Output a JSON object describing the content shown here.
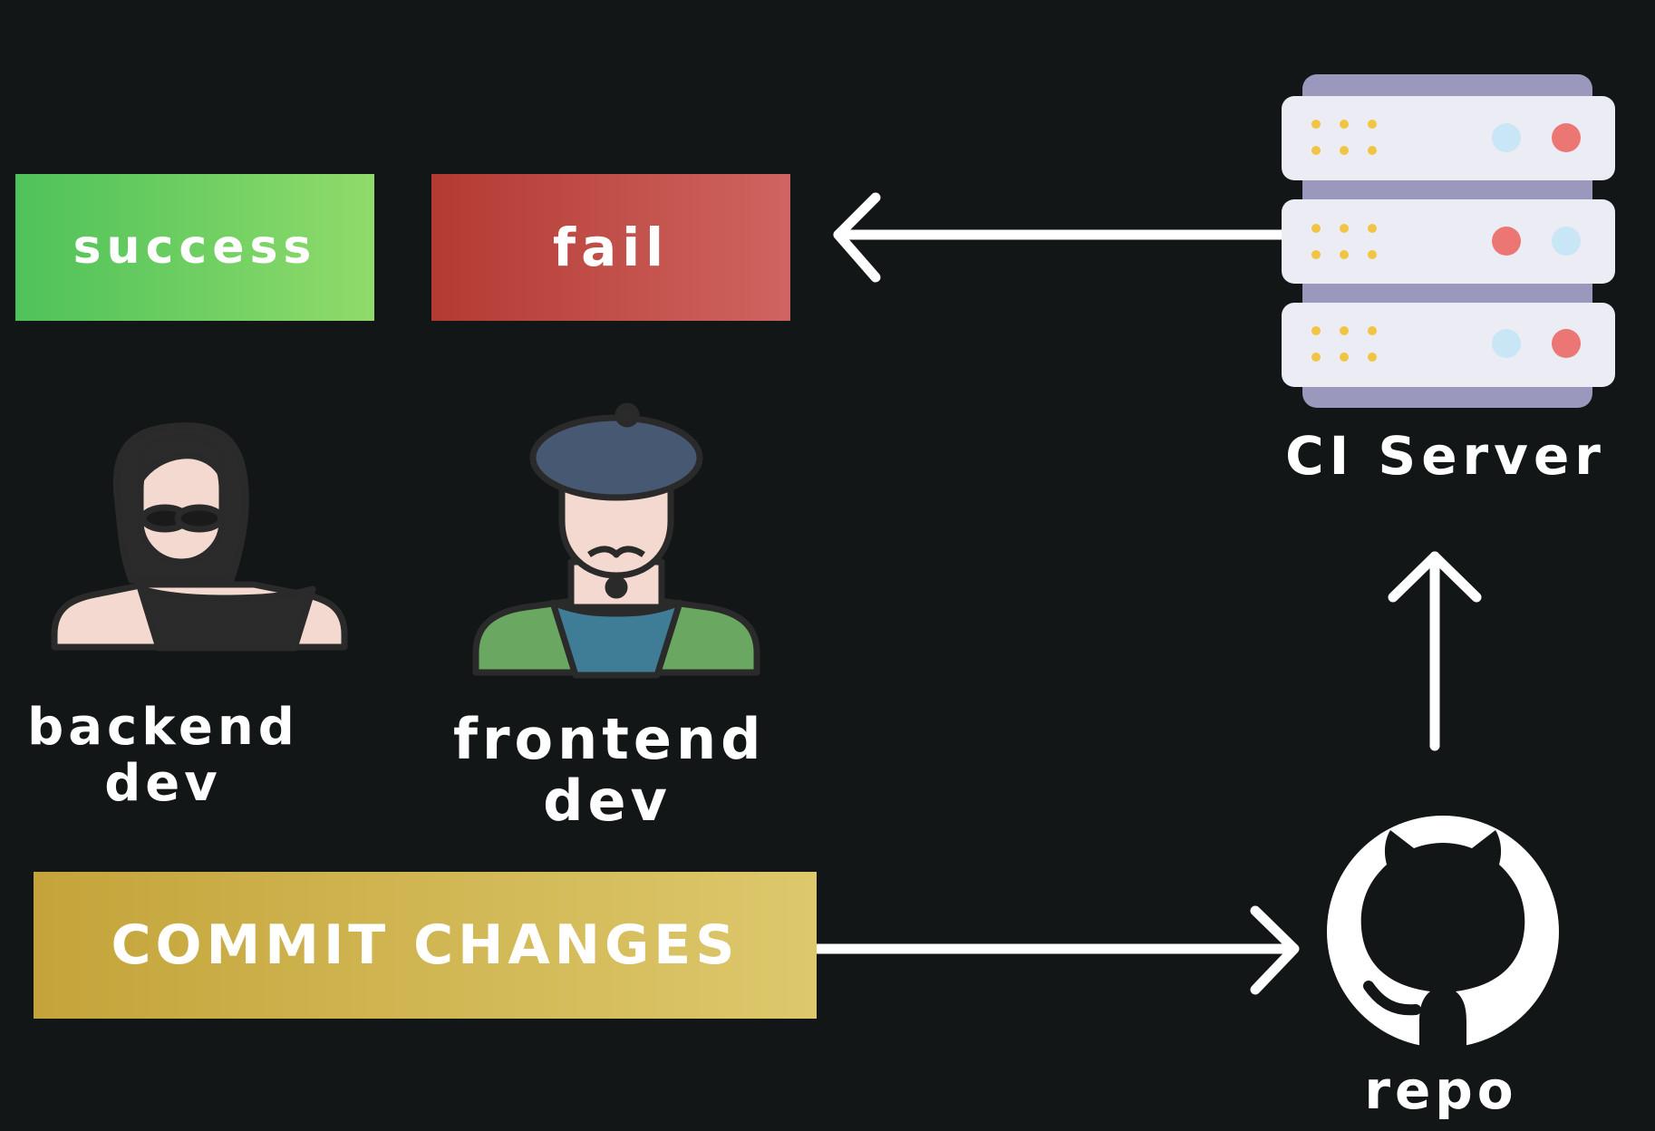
{
  "statuses": {
    "success": "success",
    "fail": "fail"
  },
  "actors": {
    "backend": {
      "label_line1": "backend",
      "label_line2": "dev",
      "icon": "backend-dev-avatar"
    },
    "frontend": {
      "label_line1": "frontend",
      "label_line2": "dev",
      "icon": "frontend-dev-avatar"
    }
  },
  "action": {
    "label": "COMMIT CHANGES"
  },
  "nodes": {
    "ci_server": {
      "label": "CI Server",
      "icon": "server-rack-icon"
    },
    "repo": {
      "label": "repo",
      "icon": "github-octocat-icon"
    }
  },
  "colors": {
    "background": "#121617",
    "success": "#6fcf60",
    "fail": "#c24c47",
    "commit": "#d2b955",
    "arrow": "#ffffff"
  }
}
